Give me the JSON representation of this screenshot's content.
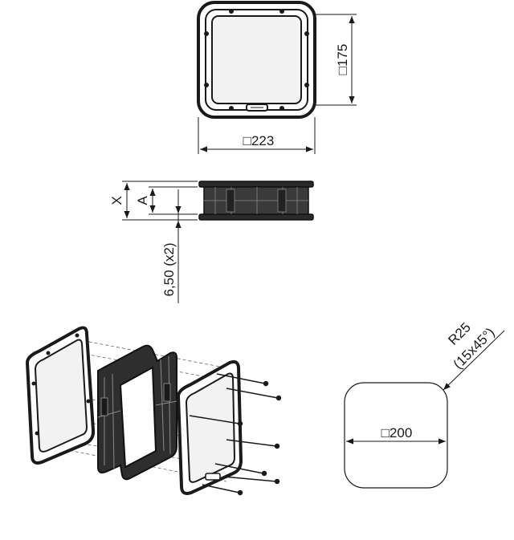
{
  "dimensions": {
    "top_width": "□223",
    "top_height": "□175",
    "side_x": "X",
    "side_a": "A",
    "side_offset": "6,50 (x2)",
    "cutout_radius": "R25",
    "cutout_radius_note": "(15x45°)",
    "cutout_size": "□200"
  },
  "colors": {
    "frame": "#1a1a1a",
    "glass": "#f2f2f2",
    "line": "#1a1a1a"
  }
}
